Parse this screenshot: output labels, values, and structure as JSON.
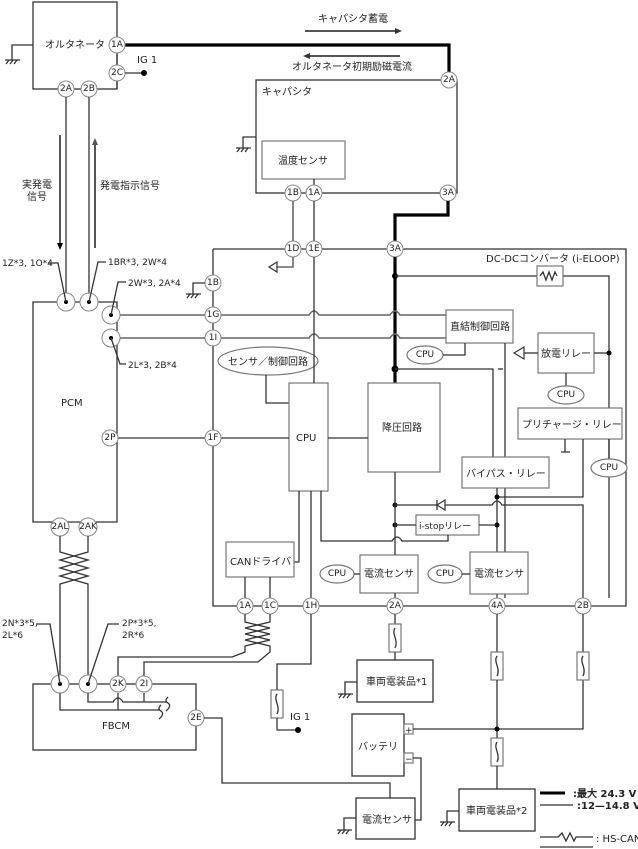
{
  "components": {
    "alternator": "オルタネータ",
    "capacitor": "キャパシタ",
    "temp_sensor": "温度センサ",
    "dcdc": "DC-DCコンバータ (i-ELOOP)",
    "direct_ctrl": "直結制御回路",
    "discharge_relay": "放電リレー",
    "precharge_relay": "プリチャージ・リレー",
    "sensor_ctrl": "センサ／制御回路",
    "cpu": "CPU",
    "step_down": "降圧回路",
    "bypass_relay": "バイパス・リレー",
    "istop_relay": "i-stopリレー",
    "can_driver": "CANドライバ",
    "current_sensor": "電流センサ",
    "pcm": "PCM",
    "fbcm": "FBCM",
    "vehicle_load1": "車両電装品*1",
    "vehicle_load2": "車両電装品*2",
    "battery": "バッテリ",
    "battery_current_sensor": "電流センサ"
  },
  "labels": {
    "cap_charge": "キャパシタ蓄電",
    "alt_excite": "オルタネータ初期励磁電流",
    "actual_gen_1": "実発電",
    "actual_gen_2": "信号",
    "gen_cmd": "発電指示信号",
    "ig1_top": "IG 1",
    "ig1_bottom": "IG 1",
    "pcm_pin_1z": "1Z*3, 1O*4",
    "pcm_pin_1br": "1BR*3, 2W*4",
    "pcm_pin_2w": "2W*3, 2A*4",
    "pcm_pin_2l": "2L*3, 2B*4",
    "fbcm_pin_2n_1": "2N*3*5,",
    "fbcm_pin_2n_2": "2L*6",
    "fbcm_pin_2p_1": "2P*3*5,",
    "fbcm_pin_2p_2": "2R*6",
    "plus": "+",
    "minus": "−"
  },
  "pins": {
    "alt_1a": "1A",
    "alt_2c": "2C",
    "alt_2a": "2A",
    "alt_2b": "2B",
    "cap_2a": "2A",
    "cap_1b": "1B",
    "cap_1a": "1A",
    "cap_3a": "3A",
    "dc_1d": "1D",
    "dc_1e": "1E",
    "dc_3a": "3A",
    "dc_1b": "1B",
    "dc_1g": "1G",
    "dc_1i": "1I",
    "dc_1f": "1F",
    "dc_1a": "1A",
    "dc_1c": "1C",
    "dc_1h": "1H",
    "dc_2a": "2A",
    "dc_4a": "4A",
    "dc_2b": "2B",
    "pcm_2p": "2P",
    "pcm_2al": "2AL",
    "pcm_2ak": "2AK",
    "fbcm_2k": "2K",
    "fbcm_2i": "2I",
    "fbcm_2e": "2E"
  },
  "legend": {
    "max_v": ":最大 24.3 V",
    "range_v": ":12—14.8 V",
    "hscan": ": HS-CAN"
  }
}
